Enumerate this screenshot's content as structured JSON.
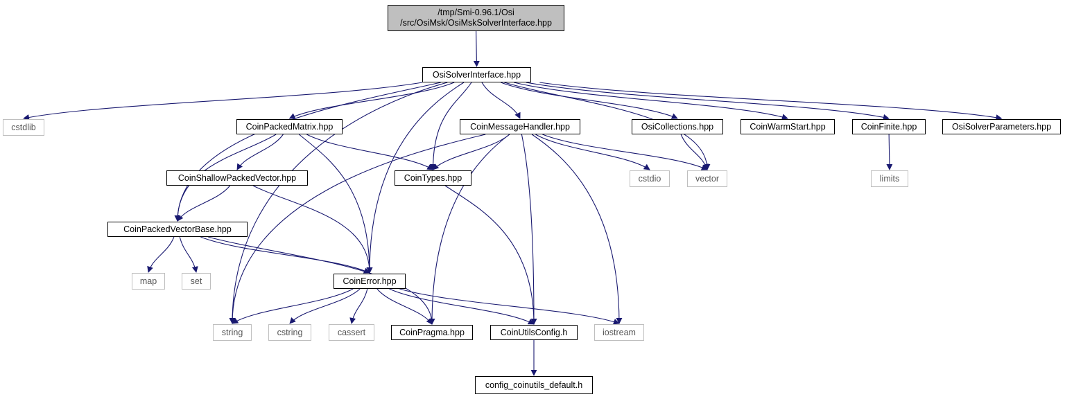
{
  "diagram": {
    "colors": {
      "edge": "#191970",
      "root_fill": "#bfbfbf",
      "node_border": "#000000",
      "system_border": "#bfbfbf"
    },
    "nodes": [
      {
        "id": "root",
        "lines": [
          "/tmp/Smi-0.96.1/Osi",
          "/src/OsiMsk/OsiMskSolverInterface.hpp"
        ],
        "kind": "root"
      },
      {
        "id": "osisi",
        "label": "OsiSolverInterface.hpp",
        "kind": "link"
      },
      {
        "id": "cstdlib",
        "label": "cstdlib",
        "kind": "system"
      },
      {
        "id": "cpm",
        "label": "CoinPackedMatrix.hpp",
        "kind": "link"
      },
      {
        "id": "cmh",
        "label": "CoinMessageHandler.hpp",
        "kind": "link"
      },
      {
        "id": "osicol",
        "label": "OsiCollections.hpp",
        "kind": "link"
      },
      {
        "id": "cws",
        "label": "CoinWarmStart.hpp",
        "kind": "link"
      },
      {
        "id": "cfin",
        "label": "CoinFinite.hpp",
        "kind": "link"
      },
      {
        "id": "osp",
        "label": "OsiSolverParameters.hpp",
        "kind": "link"
      },
      {
        "id": "cspv",
        "label": "CoinShallowPackedVector.hpp",
        "kind": "link"
      },
      {
        "id": "ctypes",
        "label": "CoinTypes.hpp",
        "kind": "link"
      },
      {
        "id": "cstdio",
        "label": "cstdio",
        "kind": "system"
      },
      {
        "id": "vector",
        "label": "vector",
        "kind": "system"
      },
      {
        "id": "limits",
        "label": "limits",
        "kind": "system"
      },
      {
        "id": "cpvb",
        "label": "CoinPackedVectorBase.hpp",
        "kind": "link"
      },
      {
        "id": "map",
        "label": "map",
        "kind": "system"
      },
      {
        "id": "set",
        "label": "set",
        "kind": "system"
      },
      {
        "id": "cerr",
        "label": "CoinError.hpp",
        "kind": "link"
      },
      {
        "id": "string",
        "label": "string",
        "kind": "system"
      },
      {
        "id": "cstring",
        "label": "cstring",
        "kind": "system"
      },
      {
        "id": "cassert",
        "label": "cassert",
        "kind": "system"
      },
      {
        "id": "cprag",
        "label": "CoinPragma.hpp",
        "kind": "link"
      },
      {
        "id": "cuc",
        "label": "CoinUtilsConfig.h",
        "kind": "link"
      },
      {
        "id": "iostream",
        "label": "iostream",
        "kind": "system"
      },
      {
        "id": "cfgdef",
        "label": "config_coinutils_default.h",
        "kind": "link"
      }
    ],
    "edges": [
      [
        "root",
        "osisi"
      ],
      [
        "osisi",
        "cstdlib"
      ],
      [
        "osisi",
        "cpm"
      ],
      [
        "osisi",
        "cmh"
      ],
      [
        "osisi",
        "osicol"
      ],
      [
        "osisi",
        "cws"
      ],
      [
        "osisi",
        "cfin"
      ],
      [
        "osisi",
        "osp"
      ],
      [
        "osisi",
        "string"
      ],
      [
        "osisi",
        "cpvb"
      ],
      [
        "osisi",
        "ctypes"
      ],
      [
        "osisi",
        "cerr"
      ],
      [
        "osisi",
        "vector"
      ],
      [
        "cpm",
        "cspv"
      ],
      [
        "cpm",
        "ctypes"
      ],
      [
        "cpm",
        "cpvb"
      ],
      [
        "cpm",
        "cerr"
      ],
      [
        "cmh",
        "ctypes"
      ],
      [
        "cmh",
        "cstdio"
      ],
      [
        "cmh",
        "vector"
      ],
      [
        "cmh",
        "string"
      ],
      [
        "cmh",
        "cprag"
      ],
      [
        "cmh",
        "cuc"
      ],
      [
        "cmh",
        "iostream"
      ],
      [
        "osicol",
        "vector"
      ],
      [
        "cfin",
        "limits"
      ],
      [
        "cspv",
        "cpvb"
      ],
      [
        "cspv",
        "cerr"
      ],
      [
        "ctypes",
        "cuc"
      ],
      [
        "cpvb",
        "map"
      ],
      [
        "cpvb",
        "set"
      ],
      [
        "cpvb",
        "cerr"
      ],
      [
        "cpvb",
        "cprag"
      ],
      [
        "cerr",
        "string"
      ],
      [
        "cerr",
        "cstring"
      ],
      [
        "cerr",
        "cassert"
      ],
      [
        "cerr",
        "cprag"
      ],
      [
        "cerr",
        "cuc"
      ],
      [
        "cerr",
        "iostream"
      ],
      [
        "cuc",
        "cfgdef"
      ]
    ]
  }
}
